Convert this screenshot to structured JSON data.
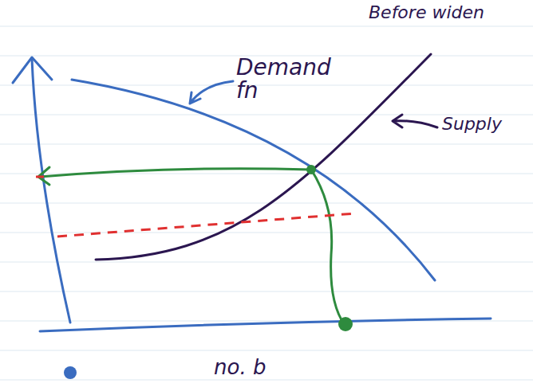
{
  "diagram": {
    "labels": [
      "Before widen",
      "Demand fn",
      "Supply",
      "no. b"
    ]
  }
}
